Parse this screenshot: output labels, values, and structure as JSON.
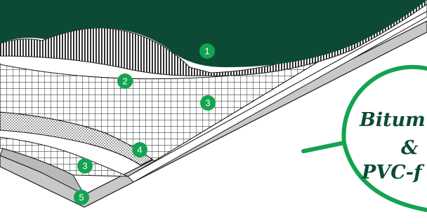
{
  "title_lines": [
    "Bitum",
    "&",
    "PVC-f"
  ],
  "layers": [
    {
      "num": "1",
      "name": "dark-green-top-layer"
    },
    {
      "num": "2",
      "name": "white-layer"
    },
    {
      "num": "3",
      "name": "grid-mesh-layer"
    },
    {
      "num": "4",
      "name": "dotted-layer"
    },
    {
      "num": "3",
      "name": "grid-mesh-layer-lower"
    },
    {
      "num": "5",
      "name": "grey-base-layer"
    }
  ],
  "colors": {
    "dark_green": "#0d4a36",
    "accent_green": "#14a350",
    "grey": "#c8c8c8",
    "line": "#1a1a1a"
  }
}
